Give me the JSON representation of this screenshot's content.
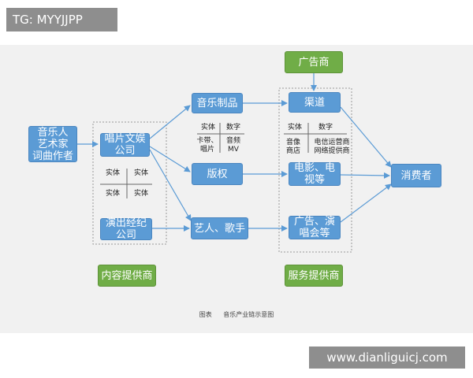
{
  "watermark_top": "TG: MYYJJPP",
  "watermark_bottom": "www.dianliguicj.com",
  "nodes": {
    "artist": "音乐人\n艺术家\n词曲作者",
    "label": "唱片文娱\n公司",
    "agency": "演出经纪\n公司",
    "products": "音乐制品",
    "copyright": "版权",
    "singers": "艺人、歌手",
    "ad_top": "广告商",
    "channel": "渠道",
    "film": "电影、电\n视等",
    "ads_concerts": "广告、演\n唱会等",
    "consumer": "消费者",
    "content_provider": "内容提供商",
    "service_provider": "服务提供商"
  },
  "label_grid": {
    "physical": "实体",
    "digital": "实体"
  },
  "products_grid": {
    "physical": "实体",
    "digital": "数字",
    "physical_items": "卡带、\n唱片",
    "digital_items": "音频\nMV"
  },
  "channel_grid": {
    "physical": "实体",
    "digital": "数字",
    "physical_items": "音像\n商店",
    "digital_items": "电信运营商\n网络提供商"
  },
  "caption": {
    "prefix": "图表",
    "title": "音乐产业链示意图"
  },
  "colors": {
    "blue": "#5b9bd5",
    "green": "#70ad47",
    "arrow": "#5b9bd5",
    "panel": "#f1f1f1"
  }
}
